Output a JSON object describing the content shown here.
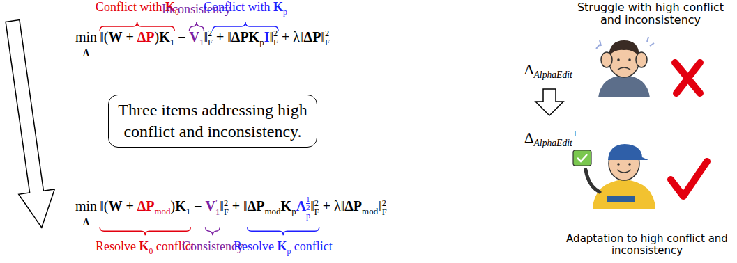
{
  "diagram": {
    "nodes": [
      {
        "text": [
          "Three items addressing high conflict and inconsistency."
        ]
      }
    ],
    "labels": [
      "Conflict with ",
      "K",
      "0",
      "Inconsistency",
      "Conflict with ",
      "K",
      "p",
      "min",
      "Δ",
      "‖(",
      "W",
      " + ",
      "ΔP",
      ")",
      "K",
      "1",
      " − ",
      "V",
      "1",
      "‖",
      "2",
      "F",
      " + ‖",
      "ΔPK",
      "p",
      "I",
      "‖",
      "2",
      "F",
      " + λ‖",
      "ΔP",
      "‖",
      "2",
      "F",
      "min",
      "Δ",
      "‖(",
      "W",
      " + ",
      "ΔP",
      "mod",
      ")",
      "K",
      "1",
      " − ",
      "V",
      "′",
      "1",
      "‖",
      "2",
      "F",
      " + ‖",
      "ΔP",
      "mod",
      "K",
      "p",
      "Λ",
      "1",
      "2",
      "p",
      "‖",
      "2",
      "F",
      " + λ‖",
      "ΔP",
      "mod",
      "‖",
      "2",
      "F",
      "Resolve ",
      "K",
      "0",
      " conflict",
      "Consistency",
      "Resolve ",
      "K",
      "p",
      " conflict",
      "Struggle with high conflict and inconsistency",
      "Δ",
      "AlphaEdit",
      "Δ",
      "AlphaEdit",
      "+",
      "Adaptation to high conflict and inconsistency"
    ]
  }
}
